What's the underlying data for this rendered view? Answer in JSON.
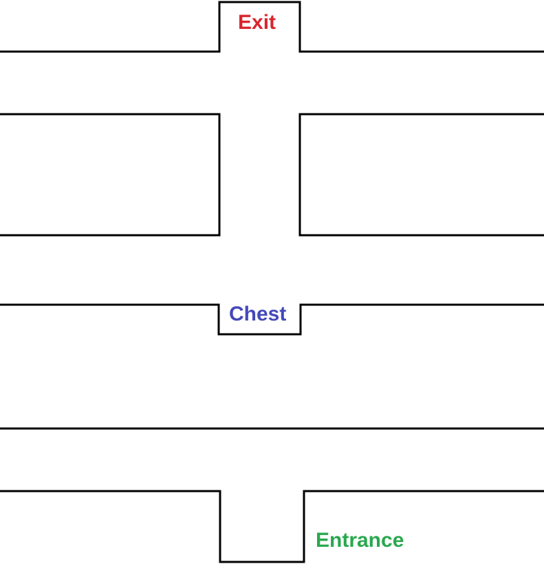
{
  "labels": {
    "exit": "Exit",
    "chest": "Chest",
    "entrance": "Entrance"
  },
  "colors": {
    "walls": "#000000",
    "background": "#ffffff",
    "exit": "#d8262e",
    "chest": "#4449b8",
    "entrance": "#2aa84f"
  }
}
